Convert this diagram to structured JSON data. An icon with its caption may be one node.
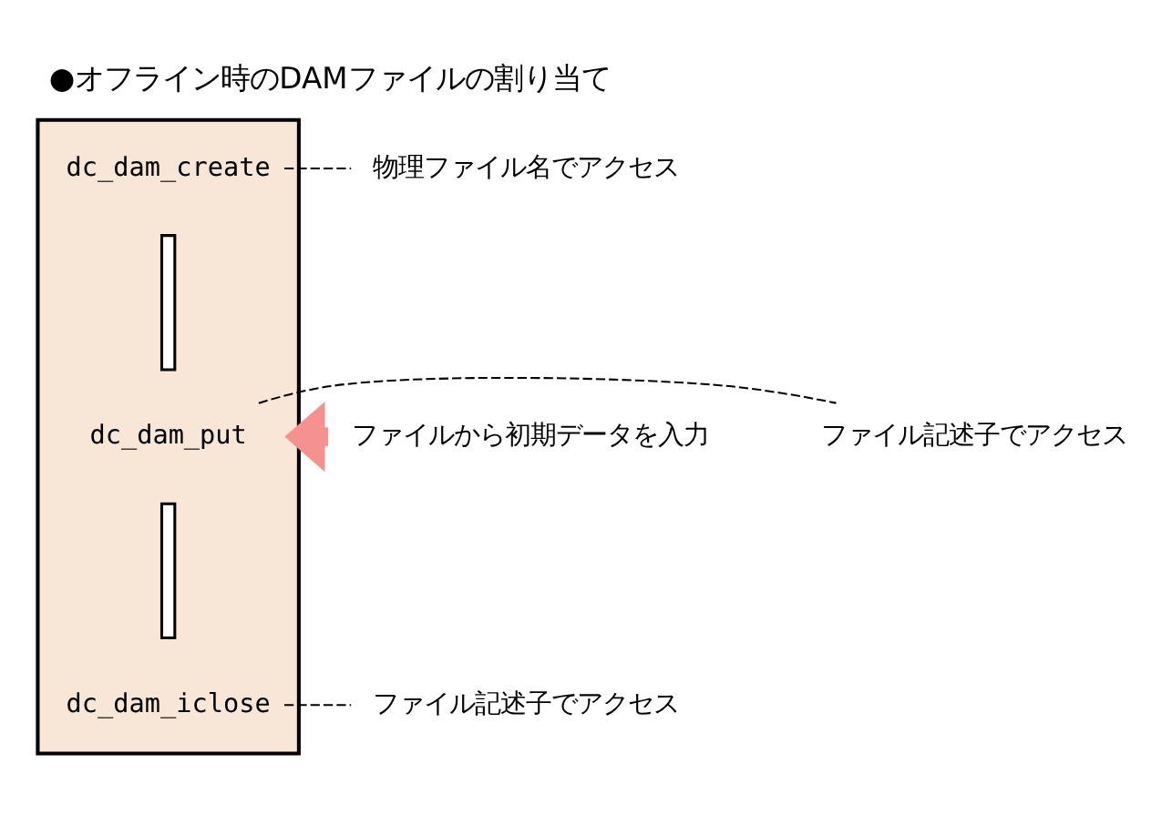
{
  "diagram": {
    "title": "●オフライン時のDAMファイルの割り当て",
    "nodes": [
      {
        "text": [],
        "shape": "box"
      },
      {
        "text": [
          "dc_dam_create"
        ],
        "in": 0
      },
      {
        "text": [],
        "shape": "bar",
        "in": 0
      },
      {
        "text": [
          "dc_dam_put"
        ],
        "in": 0
      },
      {
        "text": [],
        "shape": "bar",
        "in": 0
      },
      {
        "text": [
          "dc_dam_iclose"
        ],
        "in": 0
      },
      {
        "text": [
          "物理ファイル名でアクセス"
        ]
      },
      {
        "text": [
          "ファイルから初期データを入力"
        ]
      },
      {
        "text": [
          "ファイル記述子でアクセス"
        ]
      },
      {
        "text": [
          "ファイル記述子でアクセス"
        ]
      }
    ],
    "edges": [
      {
        "from": 1,
        "to": 6,
        "arrow": "none",
        "style": "dashed"
      },
      {
        "from": 7,
        "to": 0,
        "arrow": "to",
        "style": "thick",
        "color": "#f59290"
      },
      {
        "from": 3,
        "to": 8,
        "arrow": "none",
        "style": "dashed"
      },
      {
        "from": 5,
        "to": 9,
        "arrow": "none",
        "style": "dashed"
      }
    ]
  }
}
